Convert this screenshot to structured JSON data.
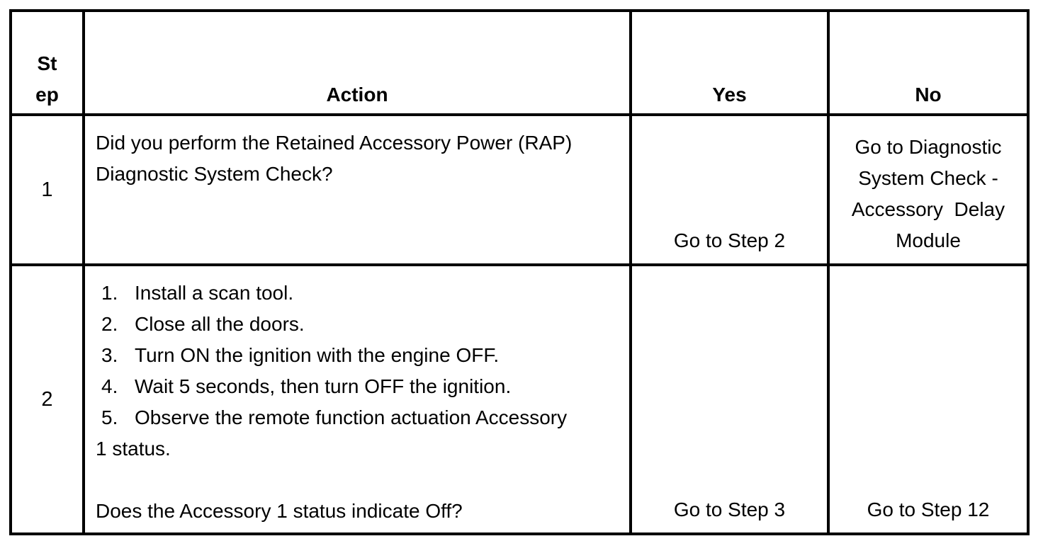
{
  "colors": {
    "background": "#ffffff",
    "border": "#000000",
    "text": "#000000"
  },
  "table": {
    "headers": {
      "step": "St\nep",
      "action": "Action",
      "yes": "Yes",
      "no": "No"
    },
    "rows": [
      {
        "step": "1",
        "action_text": "Did you perform the Retained Accessory Power (RAP)\nDiagnostic System Check?",
        "yes": "Go to Step 2",
        "no": "Go to Diagnostic\nSystem Check -\nAccessory  Delay\nModule"
      },
      {
        "step": "2",
        "action_list": [
          {
            "num": "1.",
            "text": "Install a scan tool."
          },
          {
            "num": "2.",
            "text": "Close all the doors."
          },
          {
            "num": "3.",
            "text": "Turn ON the ignition with the engine OFF."
          },
          {
            "num": "4.",
            "text": "Wait 5 seconds, then turn OFF the ignition."
          },
          {
            "num": "5.",
            "text": "Observe the remote function actuation Accessory"
          }
        ],
        "action_continuation": "1 status.",
        "action_question": "Does the Accessory 1 status indicate Off?",
        "yes": "Go to Step 3",
        "no": "Go to Step 12"
      }
    ]
  }
}
